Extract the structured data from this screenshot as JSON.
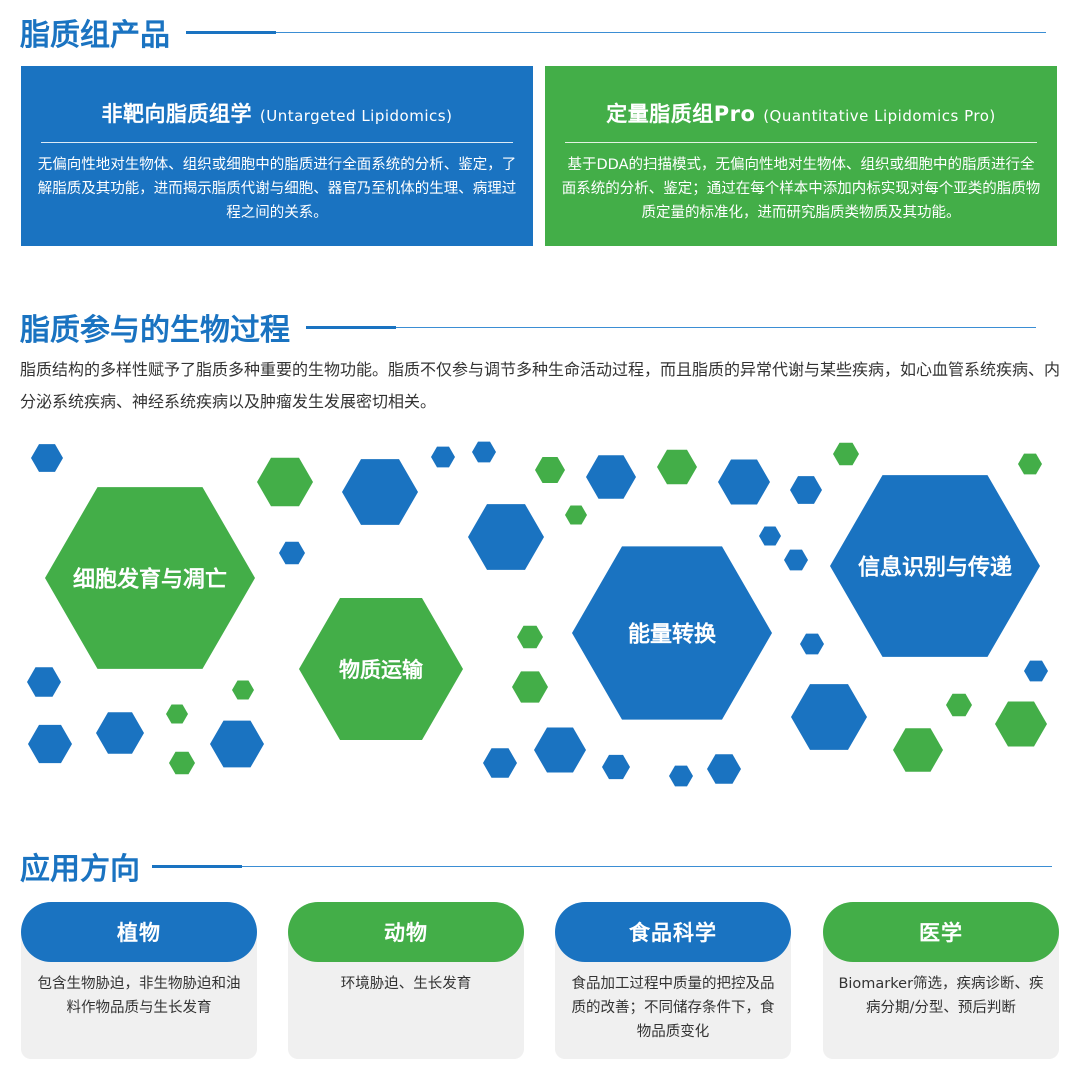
{
  "sections": {
    "products_title": "脂质组产品",
    "process_title": "脂质参与的生物过程",
    "application_title": "应用方向"
  },
  "cards": [
    {
      "title": "非靶向脂质组学",
      "title_en": "(Untargeted Lipidomics)",
      "desc": "无偏向性地对生物体、组织或细胞中的脂质进行全面系统的分析、鉴定，了解脂质及其功能，进而揭示脂质代谢与细胞、器官乃至机体的生理、病理过程之间的关系。",
      "color": "#1a73c1"
    },
    {
      "title": "定量脂质组Pro",
      "title_en": "(Quantitative Lipidomics Pro)",
      "desc": "基于DDA的扫描模式，无偏向性地对生物体、组织或细胞中的脂质进行全面系统的分析、鉴定；通过在每个样本中添加内标实现对每个亚类的脂质物质定量的标准化，进而研究脂质类物质及其功能。",
      "color": "#43ae48"
    }
  ],
  "intro": "脂质结构的多样性赋予了脂质多种重要的生物功能。脂质不仅参与调节多种生命活动过程，而且脂质的异常代谢与某些疾病，如心血管系统疾病、内分泌系统疾病、神经系统疾病以及肿瘤发生发展密切相关。",
  "processes": [
    {
      "label": "细胞发育与凋亡",
      "color": "#43ae48"
    },
    {
      "label": "物质运输",
      "color": "#43ae48"
    },
    {
      "label": "能量转换",
      "color": "#1a73c1"
    },
    {
      "label": "信息识别与传递",
      "color": "#1a73c1"
    }
  ],
  "applications": [
    {
      "label": "植物",
      "desc": "包含生物胁迫，非生物胁迫和油料作物品质与生长发育",
      "color": "#1a73c1"
    },
    {
      "label": "动物",
      "desc": "环境胁迫、生长发育",
      "color": "#43ae48"
    },
    {
      "label": "食品科学",
      "desc": "食品加工过程中质量的把控及品质的改善；不同储存条件下，食物品质变化",
      "color": "#1a73c1"
    },
    {
      "label": "医学",
      "desc": "Biomarker筛选，疾病诊断、疾病分期/分型、预后判断",
      "color": "#43ae48"
    }
  ],
  "colors": {
    "blue": "#1a73c1",
    "green": "#43ae48"
  }
}
